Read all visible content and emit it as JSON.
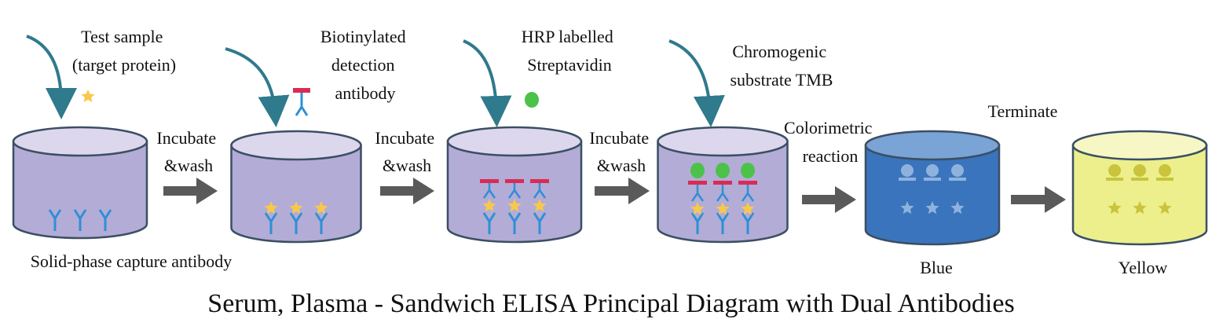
{
  "caption": "Serum, Plasma - Sandwich ELISA Principal Diagram with Dual Antibodies",
  "colors": {
    "well_fill": "#b3acd6",
    "well_top": "#ddd7ee",
    "well_stroke": "#3b4f63",
    "blue_well": "#3a74bd",
    "blue_well_top": "#7aa3d6",
    "yellow_well": "#ecef8c",
    "yellow_well_top": "#f6f7c4",
    "capture_antibody": "#2f8fd6",
    "target_protein": "#f7c94a",
    "detection_antibody_bar": "#d92c55",
    "streptavidin": "#4cc24a",
    "add_arrow": "#2f7a8c",
    "step_arrow": "#5a5a5a"
  },
  "steps": [
    {
      "label_lines": [
        "Test sample",
        "(target protein)"
      ],
      "reagent_icon": "target-protein-star-icon",
      "bottom_label": "Solid-phase capture antibody"
    },
    {
      "label_lines": [
        "Biotinylated",
        "detection",
        "antibody"
      ],
      "reagent_icon": "detection-antibody-icon"
    },
    {
      "label_lines": [
        "HRP labelled",
        "Streptavidin"
      ],
      "reagent_icon": "streptavidin-dot-icon"
    },
    {
      "label_lines": [
        "Chromogenic",
        "substrate TMB"
      ]
    }
  ],
  "transitions": [
    {
      "label_lines": [
        "Incubate",
        "&wash"
      ]
    },
    {
      "label_lines": [
        "Incubate",
        "&wash"
      ]
    },
    {
      "label_lines": [
        "Incubate",
        "&wash"
      ]
    },
    {
      "label_lines": [
        "Colorimetric",
        "reaction"
      ]
    },
    {
      "label_lines": [
        "Terminate"
      ]
    }
  ],
  "results": [
    {
      "label": "Blue"
    },
    {
      "label": "Yellow"
    }
  ]
}
